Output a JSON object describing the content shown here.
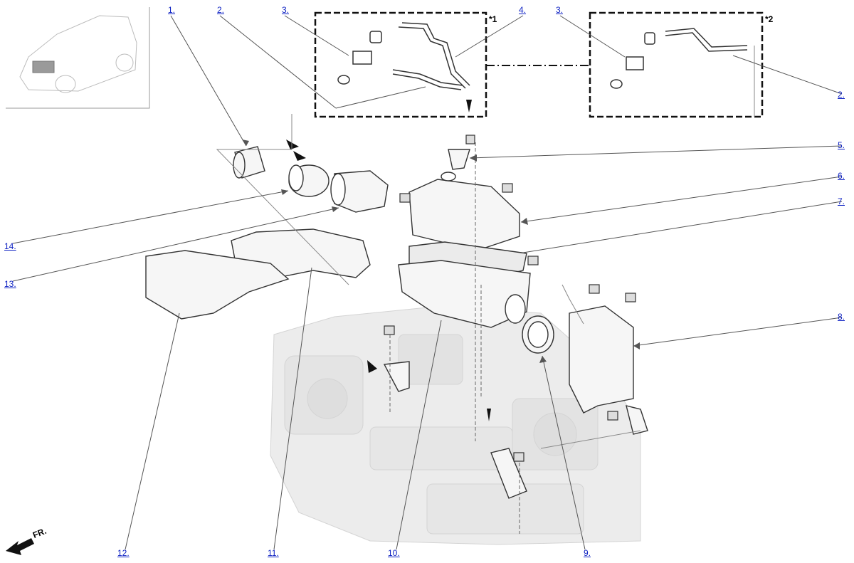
{
  "callouts": [
    {
      "id": "c1",
      "label": "1."
    },
    {
      "id": "c2a",
      "label": "2."
    },
    {
      "id": "c3a",
      "label": "3."
    },
    {
      "id": "c4",
      "label": "4."
    },
    {
      "id": "c3b",
      "label": "3."
    },
    {
      "id": "c2b",
      "label": "2."
    },
    {
      "id": "c5",
      "label": "5."
    },
    {
      "id": "c6",
      "label": "6."
    },
    {
      "id": "c7",
      "label": "7."
    },
    {
      "id": "c8",
      "label": "8."
    },
    {
      "id": "c9",
      "label": "9."
    },
    {
      "id": "c10",
      "label": "10."
    },
    {
      "id": "c11",
      "label": "11."
    },
    {
      "id": "c12",
      "label": "12."
    },
    {
      "id": "c13",
      "label": "13."
    },
    {
      "id": "c14",
      "label": "14."
    }
  ],
  "notes": {
    "variant1": "*1",
    "variant2": "*2"
  },
  "orientation_label": "FR.",
  "colors": {
    "link": "#0b1fc2",
    "line": "#222222",
    "leader": "#777777",
    "engine": "#e8e8e8"
  }
}
